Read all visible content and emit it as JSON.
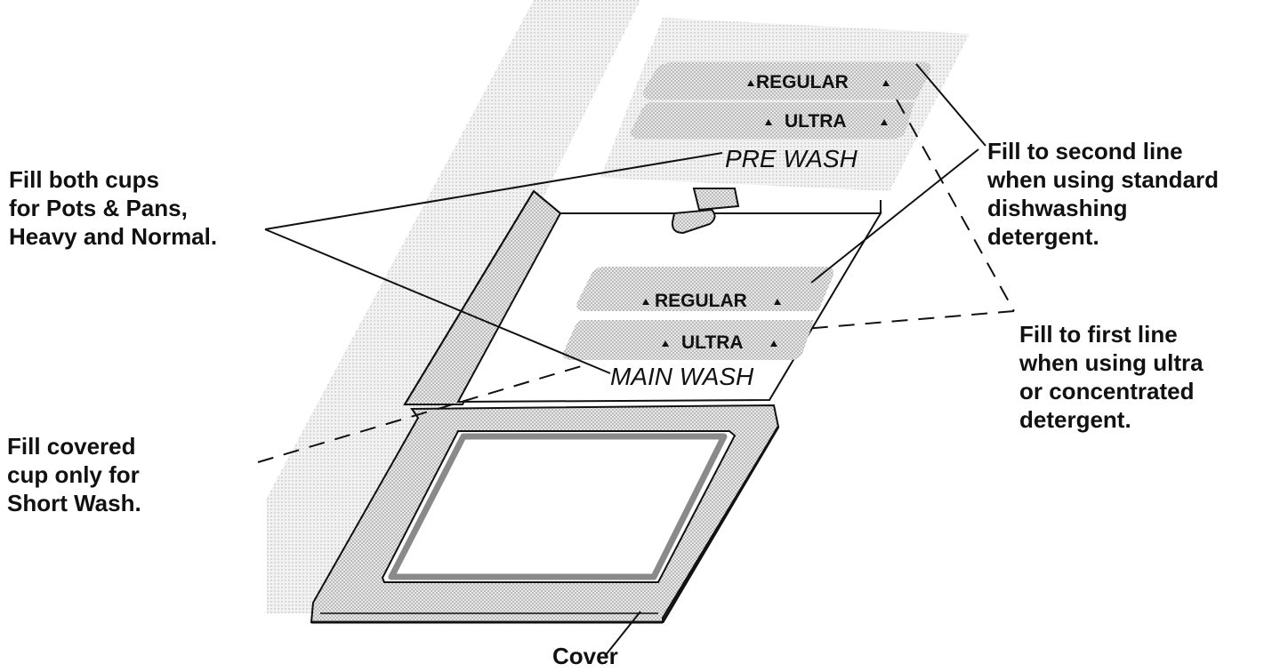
{
  "callouts": {
    "fill_both": [
      "Fill both cups",
      "for Pots & Pans,",
      "Heavy and Normal."
    ],
    "fill_covered": [
      "Fill covered",
      "cup only for",
      "Short Wash."
    ],
    "second_line": [
      "Fill to second line",
      "when using standard",
      "dishwashing",
      "detergent."
    ],
    "first_line": [
      "Fill to first line",
      "when using ultra",
      "or concentrated",
      "detergent."
    ],
    "cover": "Cover"
  },
  "dispenser": {
    "pre_wash": {
      "title": "PRE WASH",
      "regular": "REGULAR",
      "ultra": "ULTRA"
    },
    "main_wash": {
      "title": "MAIN WASH",
      "regular": "REGULAR",
      "ultra": "ULTRA"
    }
  },
  "colors": {
    "ink": "#111111",
    "stipple": "#cfcfcf",
    "stipple_dark": "#b5b5b5",
    "gasket": "#8a8a8a"
  }
}
